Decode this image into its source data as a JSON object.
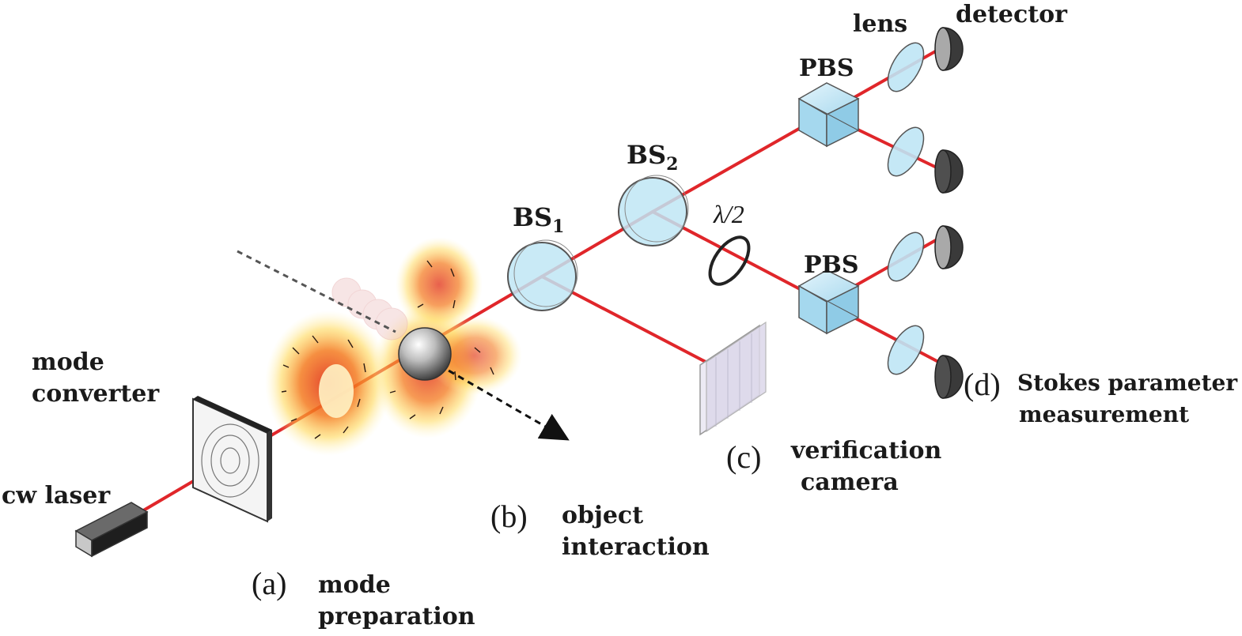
{
  "labels": {
    "cw_laser": "cw laser",
    "mode_converter_1": "mode",
    "mode_converter_2": "converter",
    "bs1_main": "BS",
    "bs1_sub": "1",
    "bs2_main": "BS",
    "bs2_sub": "2",
    "half_wave": "λ/2",
    "pbs_top": "PBS",
    "pbs_bottom": "PBS",
    "lens": "lens",
    "detector": "detector"
  },
  "stages": {
    "a_tag": "(a)",
    "a_text_1": "mode",
    "a_text_2": "preparation",
    "b_tag": "(b)",
    "b_text_1": "object",
    "b_text_2": "interaction",
    "c_tag": "(c)",
    "c_text_1": "verification",
    "c_text_2": "camera",
    "d_tag": "(d)",
    "d_text_1": "Stokes parameter",
    "d_text_2": "measurement"
  },
  "colors": {
    "beam": "#e0262a",
    "optic_fill": "#bfe6f5",
    "optic_stroke": "#555555",
    "detector_dark": "#4a4a4a",
    "field_hot": "#d9472b",
    "field_glow": "#ffd54a"
  }
}
